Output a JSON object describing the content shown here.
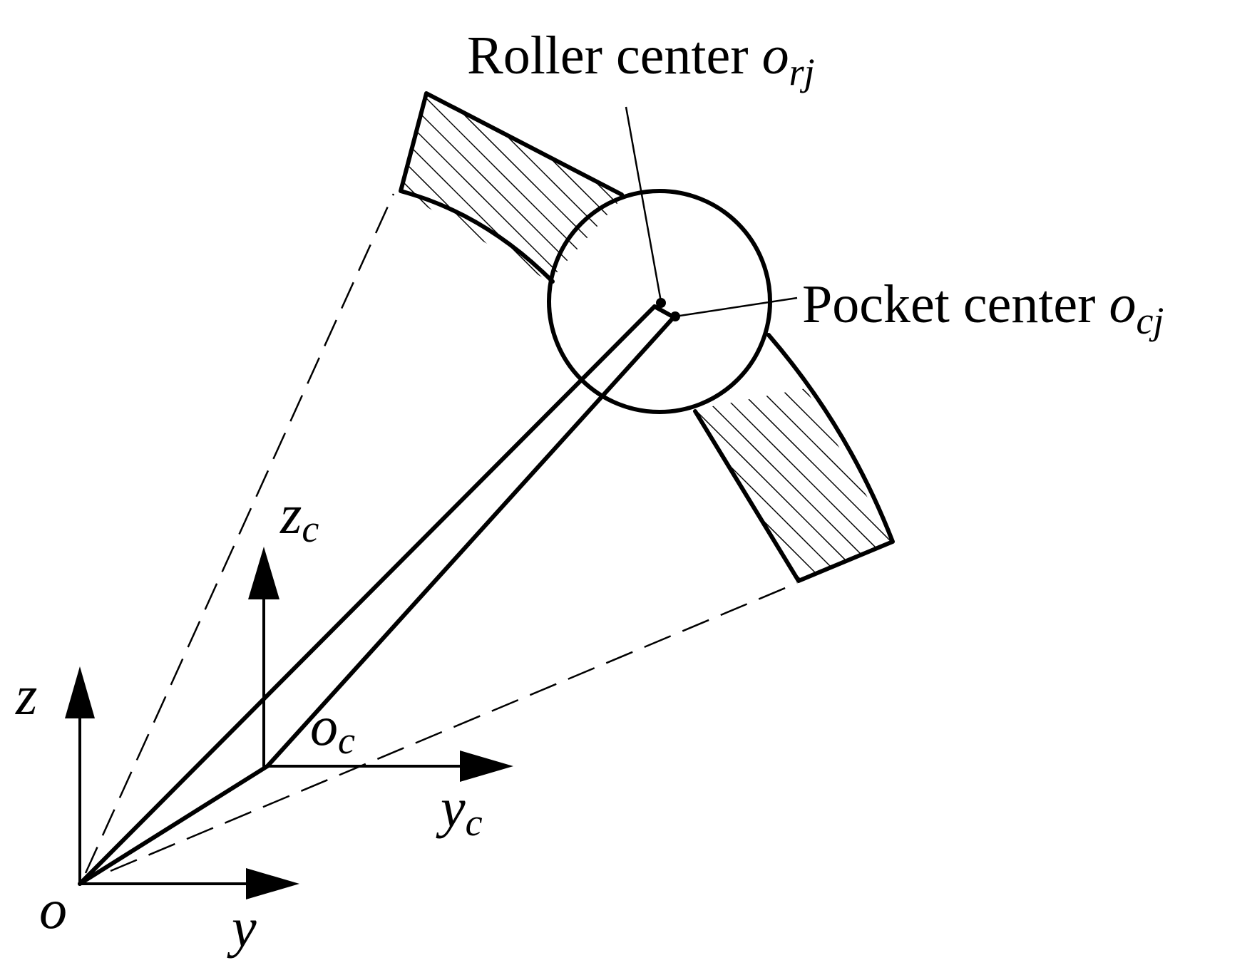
{
  "labels": {
    "roller": {
      "text": "Roller center ",
      "var": "o",
      "sub": "rj"
    },
    "pocket": {
      "text": "Pocket center ",
      "var": "o",
      "sub": "cj"
    },
    "origin": {
      "var": "o"
    },
    "z_axis": {
      "var": "z"
    },
    "y_axis": {
      "var": "y"
    },
    "oc": {
      "var": "o",
      "sub": "c"
    },
    "zc_axis": {
      "var": "z",
      "sub": "c"
    },
    "yc_axis": {
      "var": "y",
      "sub": "c"
    }
  }
}
